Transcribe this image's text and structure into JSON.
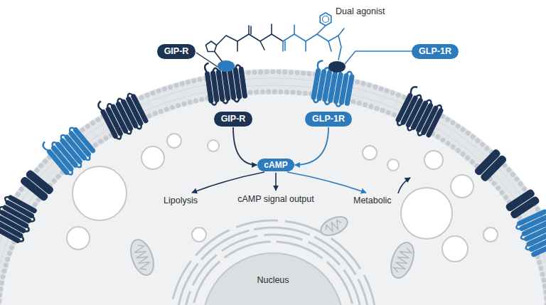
{
  "diagram": {
    "nodes": [
      {
        "text": [
          "GIP-R"
        ]
      },
      {
        "text": [
          "GLP-1R"
        ]
      },
      {
        "text": [
          "GIP-R"
        ]
      },
      {
        "text": [
          "GLP-1R"
        ]
      },
      {
        "text": [
          "cAMP"
        ]
      },
      {
        "text": [
          "Nucleus"
        ]
      }
    ],
    "edges": [
      {
        "from": 2,
        "to": 4,
        "arrow": "to"
      },
      {
        "from": 3,
        "to": 4,
        "arrow": "to"
      }
    ],
    "labels": [
      "Dual agonist",
      "Lipolysis",
      "cAMP signal output",
      "Metabolic"
    ]
  }
}
